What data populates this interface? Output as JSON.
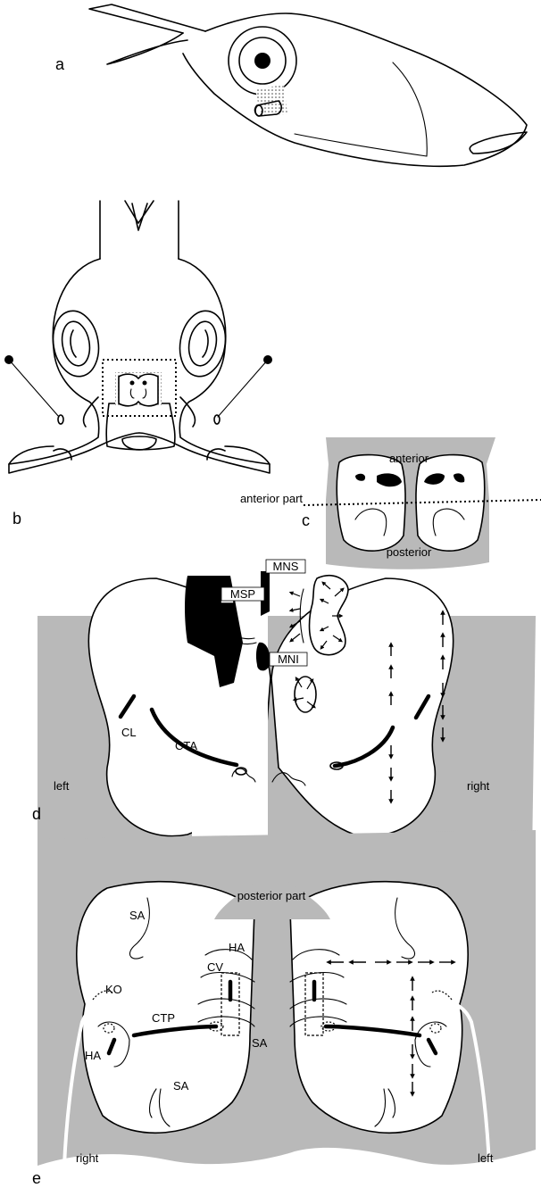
{
  "panels": {
    "a": {
      "letter": "a"
    },
    "b": {
      "letter": "b"
    },
    "c": {
      "letter": "c",
      "top_label": "anterior",
      "bottom_label": "posterior"
    },
    "d": {
      "letter": "d",
      "title": "anterior part",
      "left_label": "left",
      "right_label": "right",
      "labels": {
        "mns": "MNS",
        "msp": "MSP",
        "mni": "MNI",
        "cl": "CL",
        "cta": "CTA"
      }
    },
    "e": {
      "letter": "e",
      "title": "posterior part",
      "left_label": "right",
      "right_label": "left",
      "labels": {
        "sa": "SA",
        "ha": "HA",
        "cv": "CV",
        "ko": "KO",
        "ctp": "CTP"
      }
    }
  },
  "colors": {
    "fill_gray": "#b9b9b9",
    "ink": "#000000"
  }
}
